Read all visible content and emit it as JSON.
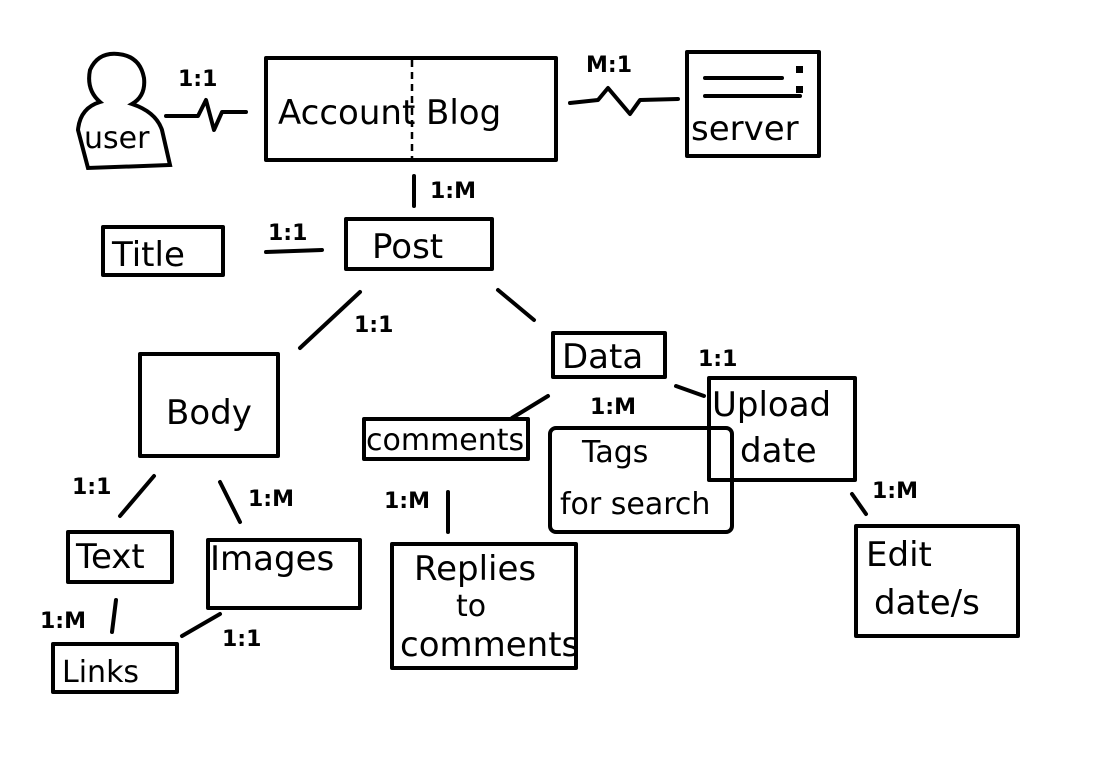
{
  "nodes": {
    "user": "user",
    "account": "Account",
    "blog": "Blog",
    "server": "server",
    "title": "Title",
    "post": "Post",
    "body": "Body",
    "data": "Data",
    "comments": "comments",
    "tags": [
      "Tags",
      "for search"
    ],
    "upload_date": [
      "Upload",
      "date"
    ],
    "text": "Text",
    "images": "Images",
    "links": "Links",
    "replies": [
      "Replies",
      "to",
      "comments"
    ],
    "edit_dates": [
      "Edit",
      "date/s"
    ]
  },
  "relations": {
    "user_account": "1:1",
    "blog_server": "M:1",
    "blog_post": "1:M",
    "title_post": "1:1",
    "post_body": "1:1",
    "data_upload": "1:1",
    "data_tags": "1:M",
    "body_text": "1:1",
    "body_images": "1:M",
    "comments_replies": "1:M",
    "upload_edit": "1:M",
    "text_links": "1:M",
    "images_links": "1:1"
  }
}
